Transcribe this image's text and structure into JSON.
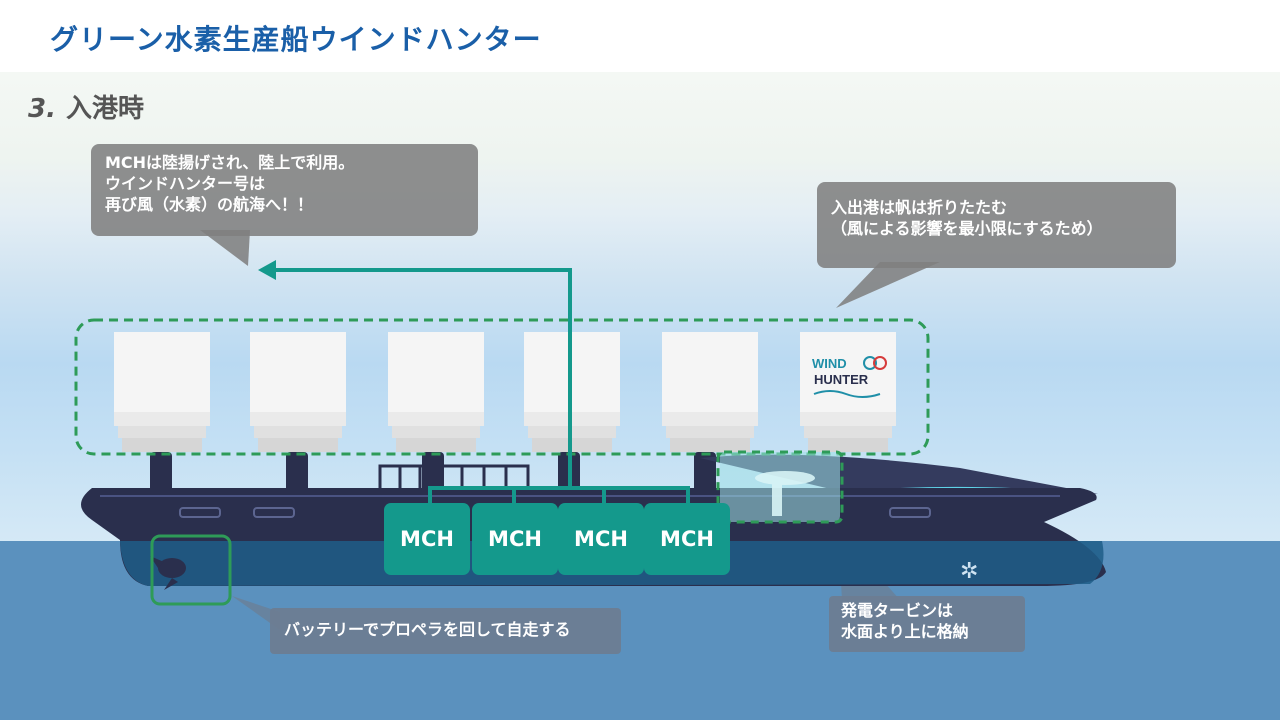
{
  "header": {
    "title": "グリーン水素生産船ウインドハンター"
  },
  "section": {
    "number": "3.",
    "label": "入港時"
  },
  "callouts": {
    "mch_unload": [
      "MCHは陸揚げされ、陸上で利用。",
      "ウインドハンター号は",
      "再び風（水素）の航海へ！！"
    ],
    "sails_fold": [
      "入出港は帆は折りたたむ",
      "（風による影響を最小限にするため）"
    ],
    "propeller": [
      "バッテリーでプロペラを回して自走する"
    ],
    "turbine": [
      "発電タービンは",
      "水面より上に格納"
    ]
  },
  "mch_tanks": [
    "MCH",
    "MCH",
    "MCH",
    "MCH"
  ],
  "logo": {
    "line1": "WIND",
    "line2": "HUNTER"
  },
  "colors": {
    "title": "#1a5fa8",
    "mch_tank": "#14998c",
    "flow_arrow": "#14998c",
    "dashed_highlight": "#2e9b58",
    "callout_bg": "#808080",
    "hull": "#2a2f4d",
    "sea": "#5b91be"
  },
  "icons": [
    "flow-arrow",
    "sail",
    "propeller-icon",
    "turbine-icon",
    "ship-hull"
  ]
}
